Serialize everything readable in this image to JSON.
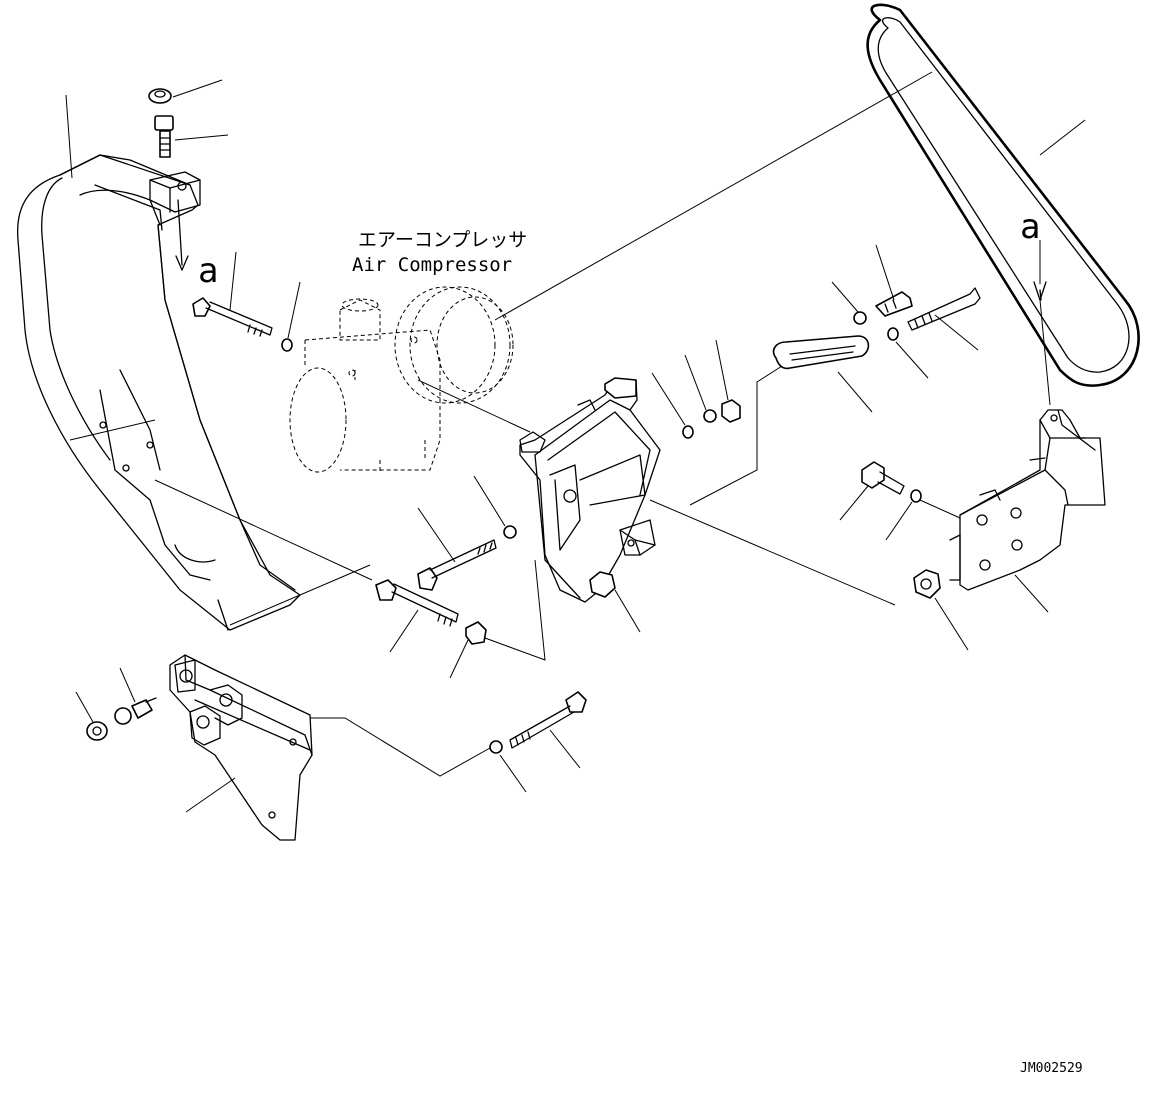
{
  "labels": {
    "compressor_jp": "エアーコンプレッサ",
    "compressor_en": "Air Compressor",
    "ref_a_left": "a",
    "ref_a_right": "a",
    "drawing_id": "JM002529"
  },
  "colors": {
    "line": "#000000",
    "background": "#ffffff"
  }
}
